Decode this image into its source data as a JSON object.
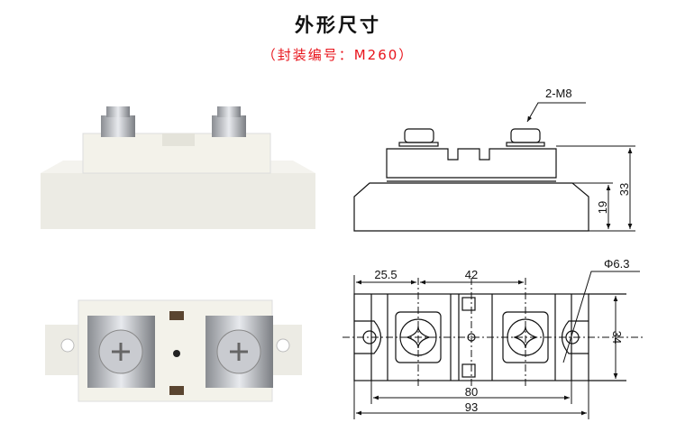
{
  "header": {
    "title": "外形尺寸",
    "subtitle": "（封装编号：M260）"
  },
  "side_view": {
    "thread_label": "2-M8",
    "height_total": "33",
    "height_base": "19"
  },
  "top_view": {
    "dim_left": "25.5",
    "dim_center": "42",
    "hole_diameter": "Φ6.3",
    "width": "34",
    "hole_spacing": "80",
    "length": "93"
  }
}
